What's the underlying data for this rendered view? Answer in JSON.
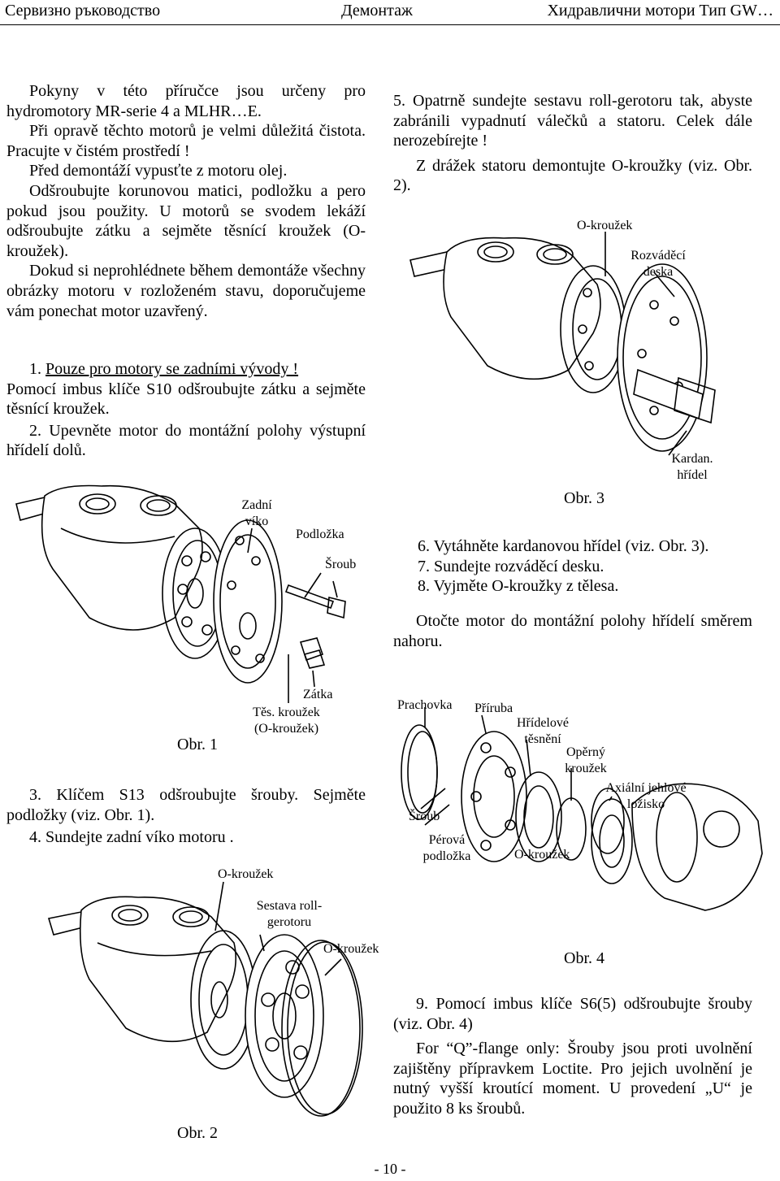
{
  "header": {
    "left": "Сервизно ръководство",
    "center": "Демонтаж",
    "right": "Хидравлични мотори Тип GW…"
  },
  "intro": {
    "p1": "Pokyny v této příručce jsou určeny pro hydromotory MR-serie 4 a MLHR…E.",
    "p2": "Při opravě těchto motorů je velmi důležitá čistota. Pracujte v čistém prostředí !",
    "p3": "Před demontáží vypusťte z motoru olej.",
    "p4": "Odšroubujte korunovou matici, podložku a pero pokud jsou použity. U motorů se svodem lekáží odšroubujte zátku a sejměte těsnící kroužek (O-kroužek).",
    "p5": "Dokud si neprohlédnete během demontáže všechny obrázky motoru v rozloženém stavu, doporučujeme vám ponechat motor uzavřený."
  },
  "steps_a": {
    "s1_num": "1.",
    "s1_title": "Pouze pro motory se zadními vývody !",
    "s1_body": "Pomocí imbus klíče S10 odšroubujte zátku a sejměte těsnící kroužek.",
    "s2": "2. Upevněte motor do montážní polohy výstupní hřídelí dolů."
  },
  "fig1": {
    "caption": "Obr. 1",
    "labels": {
      "zadni_viko": "Zadní víko",
      "podlozka": "Podložka",
      "sroub": "Šroub",
      "zatka": "Zátka",
      "tes_krouzek": "Těs. kroužek (O-kroužek)"
    }
  },
  "steps_b": {
    "s3": "3. Klíčem S13 odšroubujte šrouby. Sejměte podložky (viz. Obr. 1).",
    "s4": "4. Sundejte zadní víko motoru ."
  },
  "fig2": {
    "caption": "Obr. 2",
    "labels": {
      "o_krouzek_top": "O-kroužek",
      "sestava": "Sestava roll-gerotoru",
      "o_krouzek_right": "O-kroužek"
    }
  },
  "steps_c": {
    "s5": "5. Opatrně sundejte sestavu roll-gerotoru tak, abyste zabránili vypadnutí válečků a statoru. Celek dále nerozebírejte !",
    "s5b": "Z drážek statoru demontujte O-kroužky (viz. Obr. 2)."
  },
  "fig3": {
    "caption": "Obr. 3",
    "labels": {
      "o_krouzek": "O-kroužek",
      "rozvadeci": "Rozváděcí deska",
      "kardan": "Kardan. hřídel"
    }
  },
  "steps_d": {
    "s6": "6. Vytáhněte kardanovou hřídel (viz. Obr. 3).",
    "s7": "7. Sundejte rozváděcí desku.",
    "s8": "8. Vyjměte O-kroužky z tělesa.",
    "s8b": "Otočte motor do montážní polohy hřídelí směrem nahoru."
  },
  "fig4": {
    "caption": "Obr. 4",
    "labels": {
      "prachovka": "Prachovka",
      "priruba": "Příruba",
      "hridelove": "Hřídelové těsnění",
      "operny": "Opěrný kroužek",
      "axialni": "Axiální jehlové ložisko",
      "sroub": "Šroub",
      "perova": "Pérová podložka",
      "o_krouzek": "O-kroužek"
    }
  },
  "steps_e": {
    "s9": "9. Pomocí imbus klíče S6(5) odšroubujte šrouby (viz. Obr. 4)",
    "q_flange": "For “Q”-flange only: Šrouby jsou proti uvolnění zajištěny přípravkem Loctite. Pro jejich uvolnění je nutný vyšší kroutící moment. U provedení „U“ je použito 8 ks šroubů."
  },
  "footer": {
    "page": "- 10 -"
  }
}
